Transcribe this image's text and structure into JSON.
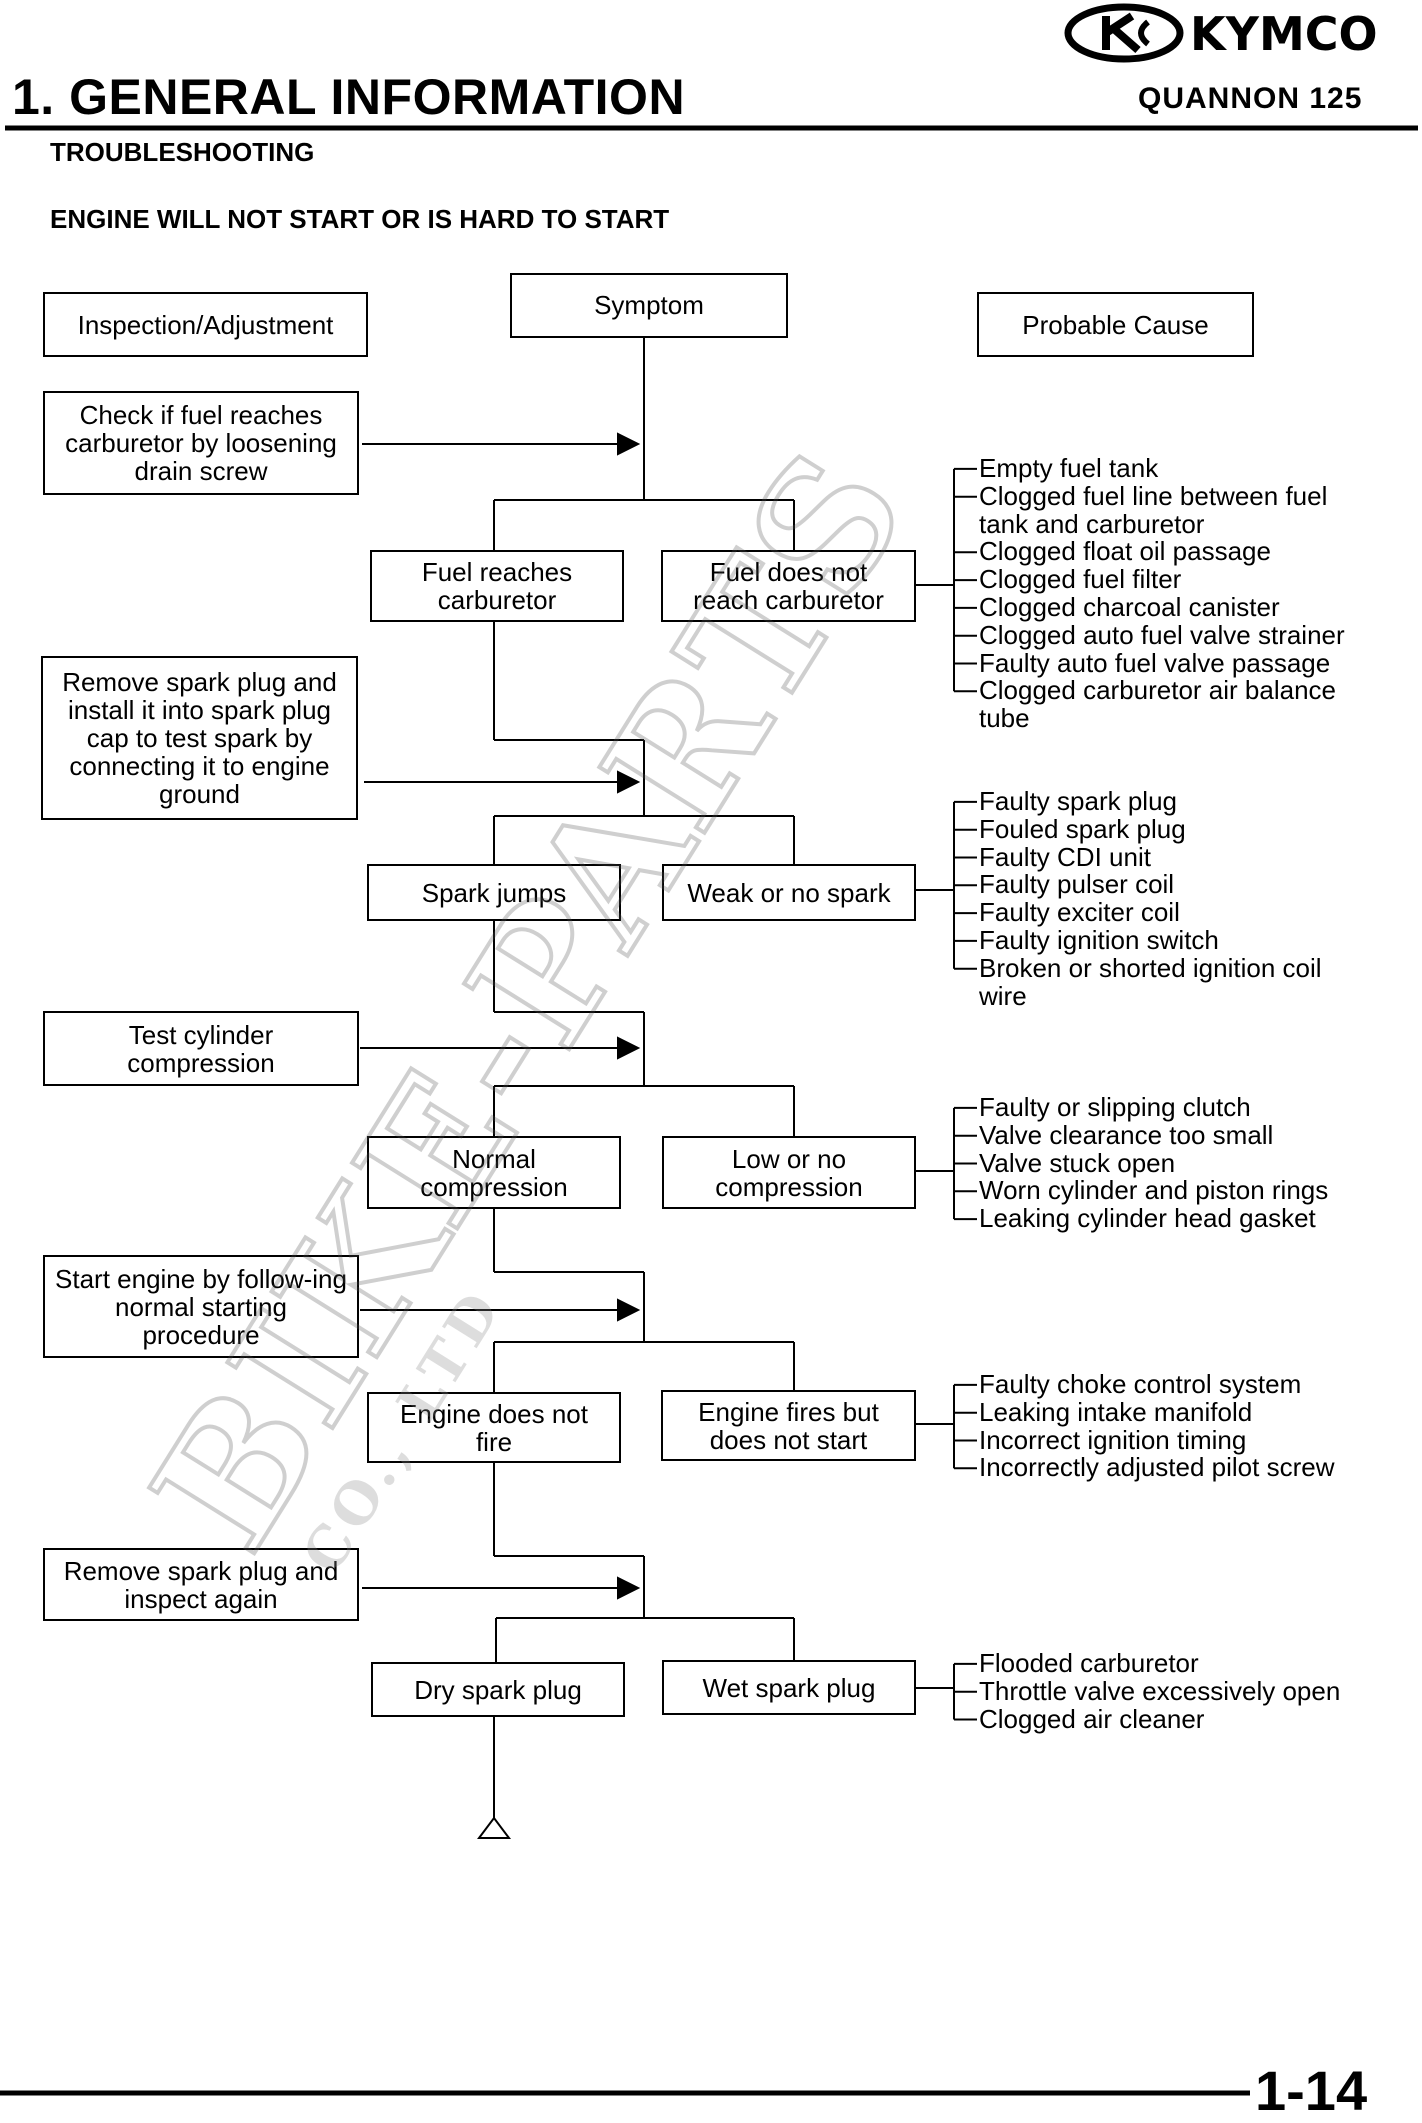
{
  "header": {
    "brand": "KYMCO",
    "title": "1. GENERAL INFORMATION",
    "model": "QUANNON 125",
    "section": "TROUBLESHOOTING",
    "subtitle": "ENGINE WILL NOT START OR IS HARD TO START"
  },
  "columns": {
    "inspection": "Inspection/Adjustment",
    "symptom": "Symptom",
    "cause": "Probable Cause"
  },
  "steps": [
    {
      "inspection": "Check if fuel reaches\ncarburetor by loosening\ndrain screw",
      "ok": "Fuel reaches\ncarburetor",
      "fail": "Fuel does not\nreach carburetor",
      "causes": [
        "Empty fuel tank",
        "Clogged fuel line between fuel",
        "tank and carburetor",
        "Clogged float oil passage",
        "Clogged fuel filter",
        "Clogged charcoal canister",
        "Clogged auto fuel valve strainer",
        "Faulty auto fuel valve passage",
        "Clogged carburetor air balance",
        "tube"
      ]
    },
    {
      "inspection": "Remove spark plug and\ninstall it into spark plug\ncap to test spark by\nconnecting it to engine\nground",
      "ok": "Spark jumps",
      "fail": "Weak or no spark",
      "causes": [
        "Faulty spark plug",
        "Fouled spark plug",
        "Faulty CDI unit",
        "Faulty pulser coil",
        "Faulty exciter coil",
        "Faulty ignition switch",
        "Broken or shorted ignition coil",
        "wire"
      ]
    },
    {
      "inspection": "Test cylinder\ncompression",
      "ok": "Normal\ncompression",
      "fail": "Low or no\ncompression",
      "causes": [
        "Faulty or slipping clutch",
        "Valve clearance too small",
        "Valve stuck open",
        "Worn cylinder and piston rings",
        "Leaking cylinder head gasket"
      ]
    },
    {
      "inspection": "Start engine by follow-ing\nnormal starting\nprocedure",
      "ok": "Engine does not\nfire",
      "fail": "Engine fires but\ndoes not start",
      "causes": [
        "Faulty choke control system",
        "Leaking intake manifold",
        "Incorrect ignition timing",
        "Incorrectly adjusted pilot screw"
      ]
    },
    {
      "inspection": "Remove spark plug and\ninspect again",
      "ok": "Dry spark plug",
      "fail": "Wet spark plug",
      "causes": [
        "Flooded carburetor",
        "Throttle valve excessively open",
        "Clogged air cleaner"
      ]
    }
  ],
  "watermark": {
    "main": "BIKE-PARTS",
    "sub": "CO., LTD"
  },
  "footer": {
    "page_number": "1-14"
  }
}
